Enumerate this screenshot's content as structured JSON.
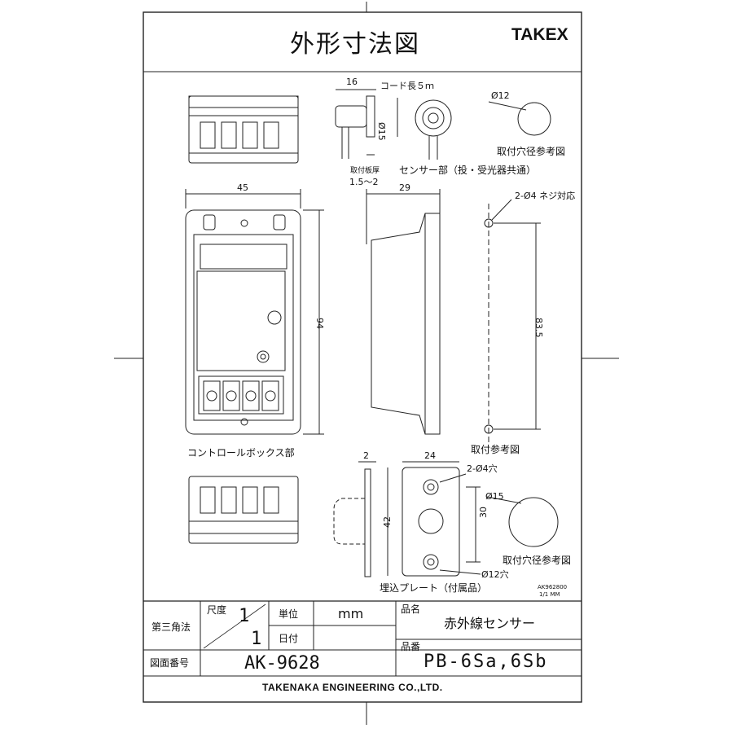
{
  "header": {
    "title": "外形寸法図",
    "brand": "TAKEX"
  },
  "sensor": {
    "dim_width": "16",
    "cord_length": "コード長５ｍ",
    "dim_diameter": "Ø15",
    "panel_thickness_label": "取付板厚",
    "panel_thickness_value": "1.5～2",
    "caption": "センサー部（投・受光器共通）",
    "hole_diameter": "Ø12",
    "hole_caption": "取付穴径参考図"
  },
  "control_box": {
    "dim_width": "45",
    "dim_height": "94",
    "dim_depth": "29",
    "caption": "コントロールボックス部",
    "mount_holes": "2-Ø4 ネジ対応",
    "mount_pitch": "83.5",
    "mount_caption": "取付参考図"
  },
  "plate": {
    "dim_thickness": "2",
    "dim_width": "24",
    "dim_height": "42",
    "dim_pitch": "30",
    "holes": "2-Ø4穴",
    "center_hole": "Ø12穴",
    "hole_diameter": "Ø15",
    "hole_caption": "取付穴径参考図",
    "caption": "埋込プレート（付属品）",
    "drawing_code": "AK962800",
    "scale_unit": "1/1  MM"
  },
  "title_block": {
    "projection": "第三角法",
    "scale_label": "尺度",
    "scale_num": "1",
    "scale_den": "1",
    "unit_label": "単位",
    "unit_value": "mm",
    "date_label": "日付",
    "drawing_no_label": "図面番号",
    "drawing_no": "AK-9628",
    "product_name_label": "品名",
    "product_name": "赤外線センサー",
    "product_no_label": "品番",
    "product_no": "PB-6Sa,6Sb"
  },
  "footer": {
    "company": "TAKENAKA ENGINEERING CO.,LTD."
  }
}
